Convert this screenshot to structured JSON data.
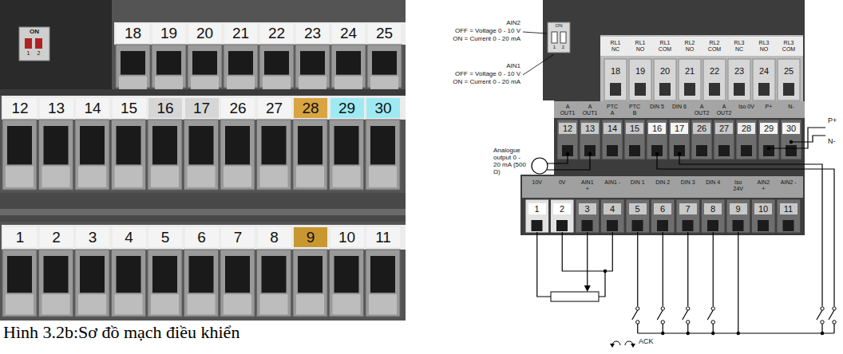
{
  "diagram": {
    "caption": "Hình 3.2b:Sơ đồ mạch điều khiển",
    "labels": [
      "ON",
      "1",
      "2",
      "18",
      "19",
      "20",
      "21",
      "22",
      "23",
      "24",
      "25",
      "12",
      "13",
      "14",
      "15",
      "16",
      "17",
      "26",
      "27",
      "28",
      "29",
      "30",
      "1",
      "2",
      "3",
      "4",
      "5",
      "6",
      "7",
      "8",
      "9",
      "10",
      "11",
      "AIN2",
      "OFF = Voltage 0 - 10 V",
      "ON = Current 0 - 20 mA",
      "AIN1",
      "OFF = Voltage 0 - 10 V",
      "ON = Current 0 - 20 mA",
      "ON",
      "1",
      "2",
      "RL1 NC",
      "RL1 NO",
      "RL1 COM",
      "RL2 NO",
      "RL2 COM",
      "RL3 NC",
      "RL3 NO",
      "RL3 COM",
      "18",
      "19",
      "20",
      "21",
      "22",
      "23",
      "24",
      "25",
      "P+",
      "N-",
      "A OUT1",
      "A OUT1",
      "PTC A",
      "PTC B",
      "DIN 5",
      "DIN 6",
      "A OUT2",
      "A OUT2",
      "Iso 0V",
      "P+",
      "N-",
      "12",
      "13",
      "14",
      "15",
      "16",
      "17",
      "26",
      "27",
      "28",
      "29",
      "30",
      "Analogue output 0 - 20 mA (500 Ω)",
      "10V",
      "0V",
      "AIN1 +",
      "AIN1 -",
      "DIN 1",
      "DIN 2",
      "DIN 3",
      "DIN 4",
      "Iso 24V",
      "AIN2 +",
      "AIN2 -",
      "1",
      "2",
      "3",
      "4",
      "5",
      "6",
      "7",
      "8",
      "9",
      "10",
      "11",
      "ACK"
    ]
  }
}
